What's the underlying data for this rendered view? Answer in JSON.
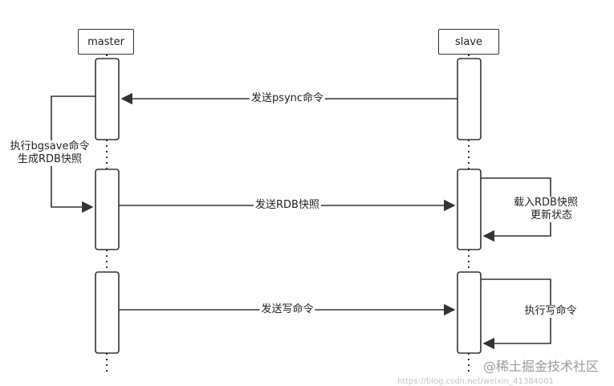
{
  "actors": {
    "master": "master",
    "slave": "slave"
  },
  "messages": {
    "psync": "发送psync命令",
    "rdb": "发送RDB快照",
    "write": "发送写命令"
  },
  "notes": {
    "bgsave_line1": "执行bgsave命令",
    "bgsave_line2": "生成RDB快照",
    "load_line1": "载入RDB快照",
    "load_line2": "更新状态",
    "exec_write": "执行写命令"
  },
  "watermark": {
    "text": "@稀土掘金技术社区",
    "url": "https://blog.csdn.net/weixin_41384001"
  }
}
